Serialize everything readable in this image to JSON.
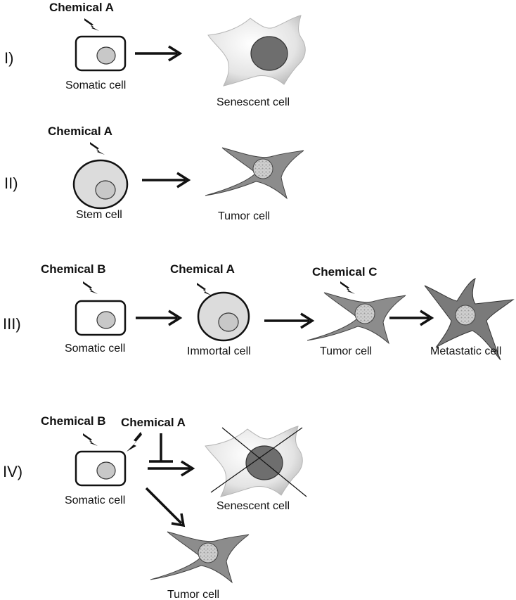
{
  "panels": [
    {
      "id": "I",
      "numeral": "I)",
      "chemicals": [
        "Chemical A"
      ],
      "start_label": "Somatic cell",
      "results": [
        "Senescent  cell"
      ]
    },
    {
      "id": "II",
      "numeral": "II)",
      "chemicals": [
        "Chemical A"
      ],
      "start_label": "Stem cell",
      "results": [
        "Tumor  cell"
      ]
    },
    {
      "id": "III",
      "numeral": "III)",
      "chemicals": [
        "Chemical B",
        "Chemical A",
        "Chemical C"
      ],
      "start_label": "Somatic cell",
      "results": [
        "Immortal cell",
        "Tumor  cell",
        "Metastatic  cell"
      ]
    },
    {
      "id": "IV",
      "numeral": "IV)",
      "chemicals": [
        "Chemical B",
        "Chemical A"
      ],
      "start_label": "Somatic cell",
      "results": [
        "Senescent  cell",
        "Tumor  cell"
      ]
    }
  ],
  "colors": {
    "line": "#111111",
    "nucleus_light": "#c8c8c8",
    "nucleus_dark": "#6e6e6e",
    "tumor_fill": "#8c8c8c",
    "metastatic_fill": "#7a7a7a",
    "stem_fill": "#dcdcdc",
    "senescent_fill": "#e6e6e6"
  },
  "icons": [
    "lightning-bolt-icon",
    "arrow-icon",
    "inhibition-icon"
  ]
}
